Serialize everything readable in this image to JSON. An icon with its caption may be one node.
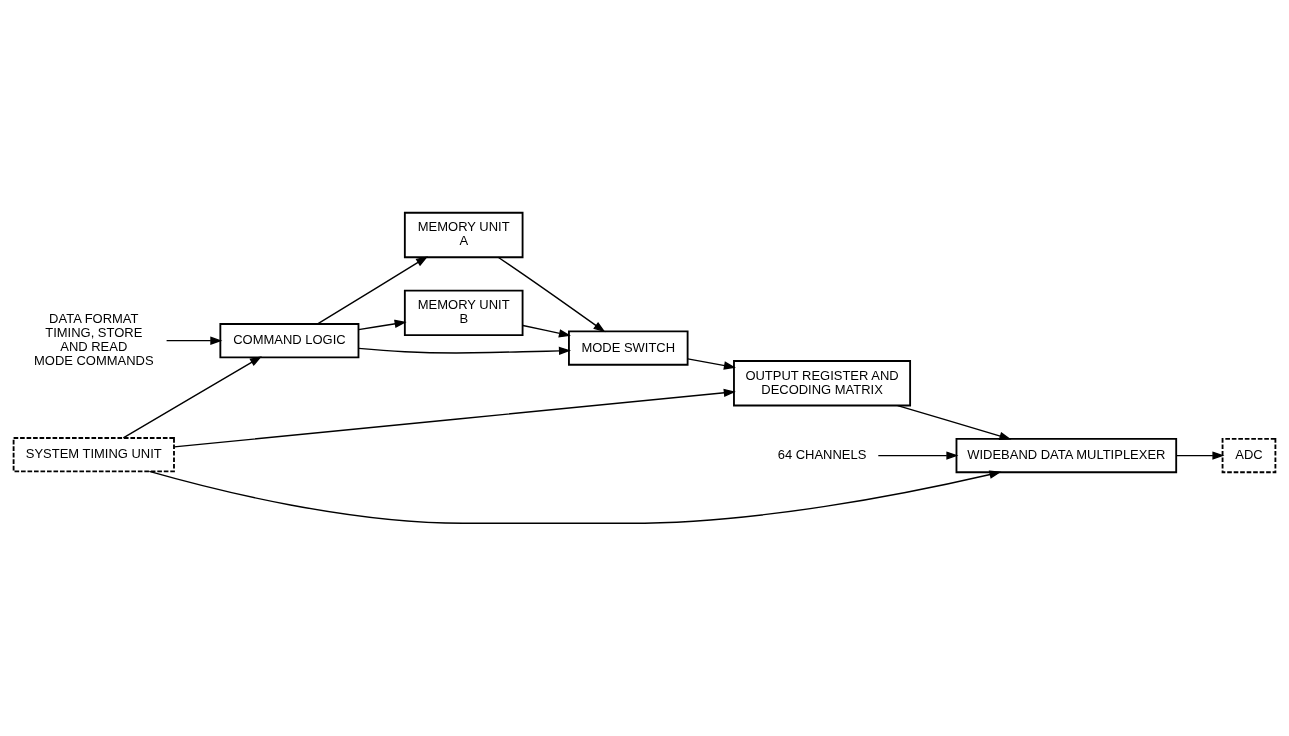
{
  "diagram": {
    "nodes": [
      {
        "text": [
          "DATA FORMAT TIMING, STORE AND READ MODE COMMANDS"
        ]
      },
      {
        "text": [
          "COMMAND LOGIC"
        ]
      },
      {
        "text": [
          "MEMORY UNIT A"
        ]
      },
      {
        "text": [
          "MEMORY UNIT B"
        ]
      },
      {
        "text": [
          "MODE SWITCH"
        ]
      },
      {
        "text": [
          "OUTPUT REGISTER AND DECODING MATRIX"
        ]
      },
      {
        "text": [
          "64 CHANNELS"
        ]
      },
      {
        "text": [
          "WIDEBAND DATA MULTIPLEXER"
        ]
      },
      {
        "text": [
          "SYSTEM TIMING UNIT"
        ]
      },
      {
        "text": [
          "ADC"
        ]
      }
    ],
    "edges": [
      {
        "from": 0,
        "to": 1,
        "arrow": "to"
      },
      {
        "from": 1,
        "to": 2,
        "arrow": "to"
      },
      {
        "from": 1,
        "to": 3,
        "arrow": "to"
      },
      {
        "from": 2,
        "to": 4,
        "arrow": "to"
      },
      {
        "from": 3,
        "to": 4,
        "arrow": "to"
      },
      {
        "from": 4,
        "to": 5,
        "arrow": "to"
      },
      {
        "from": 5,
        "to": 7,
        "arrow": "to"
      },
      {
        "from": 6,
        "to": 7,
        "arrow": "to"
      },
      {
        "from": 1,
        "to": 4,
        "arrow": "to"
      },
      {
        "from": 8,
        "to": 1,
        "arrow": "to"
      },
      {
        "from": 8,
        "to": 5,
        "arrow": "to"
      },
      {
        "from": 8,
        "to": 7,
        "arrow": "to"
      },
      {
        "from": 7,
        "to": 9,
        "arrow": "to"
      }
    ]
  }
}
